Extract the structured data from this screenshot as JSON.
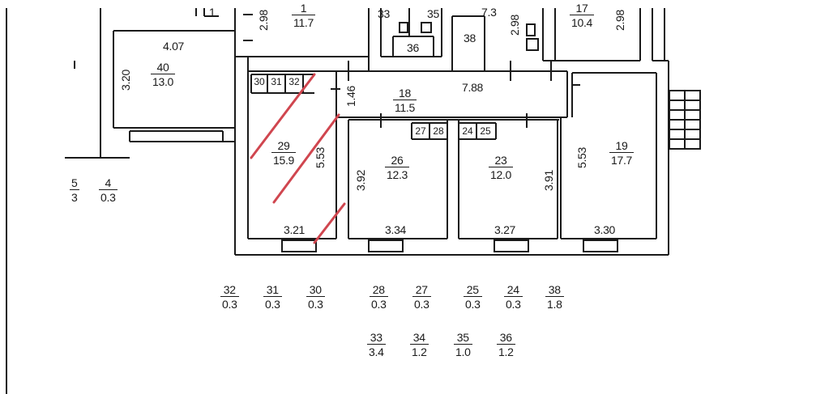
{
  "rooms": [
    {
      "id": "40",
      "area": "13.0"
    },
    {
      "id": "18",
      "area": "11.5"
    },
    {
      "id": "29",
      "area": "15.9"
    },
    {
      "id": "26",
      "area": "12.3"
    },
    {
      "id": "23",
      "area": "12.0"
    },
    {
      "id": "19",
      "area": "17.7"
    },
    {
      "id": "17",
      "area": "10.4"
    },
    {
      "id": "1",
      "area": "11.7"
    },
    {
      "id": "4",
      "area": "0.3"
    },
    {
      "id": "5",
      "area": "3"
    }
  ],
  "dimensions": {
    "d407": "4.07",
    "d320": "3.20",
    "d788": "7.88",
    "d146": "1.46",
    "d553a": "5.53",
    "d553b": "5.53",
    "d392": "3.92",
    "d391": "3.91",
    "d321": "3.21",
    "d334": "3.34",
    "d327": "3.27",
    "d330": "3.30",
    "d298a": "2.98",
    "d298b": "2.98",
    "d298c": "2.98"
  },
  "small_rooms": {
    "r30": "30",
    "r31": "31",
    "r32": "32",
    "r27": "27",
    "r28": "28",
    "r24": "24",
    "r25": "25",
    "r33": "33",
    "r35": "35",
    "r36": "36",
    "r38": "38",
    "r73": "7.3",
    "r1top": "1"
  },
  "legend_row1": [
    {
      "id": "32",
      "area": "0.3"
    },
    {
      "id": "31",
      "area": "0.3"
    },
    {
      "id": "30",
      "area": "0.3"
    },
    {
      "id": "28",
      "area": "0.3"
    },
    {
      "id": "27",
      "area": "0.3"
    },
    {
      "id": "25",
      "area": "0.3"
    },
    {
      "id": "24",
      "area": "0.3"
    },
    {
      "id": "38",
      "area": "1.8"
    }
  ],
  "legend_row2": [
    {
      "id": "33",
      "area": "3.4"
    },
    {
      "id": "34",
      "area": "1.2"
    },
    {
      "id": "35",
      "area": "1.0"
    },
    {
      "id": "36",
      "area": "1.2"
    }
  ],
  "colors": {
    "wall": "#1a1a1a",
    "marker": "#d0464f",
    "background": "#ffffff"
  }
}
